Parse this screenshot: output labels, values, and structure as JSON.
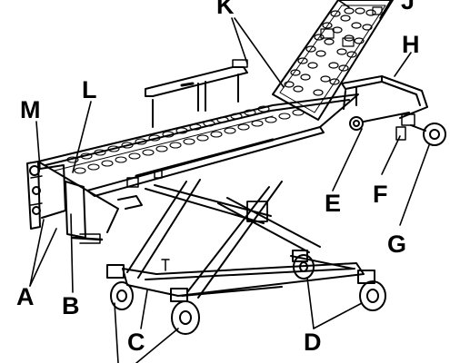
{
  "diagram": {
    "callouts": [
      {
        "id": "A",
        "label": "A"
      },
      {
        "id": "B",
        "label": "B"
      },
      {
        "id": "C",
        "label": "C"
      },
      {
        "id": "D",
        "label": "D"
      },
      {
        "id": "E",
        "label": "E"
      },
      {
        "id": "F",
        "label": "F"
      },
      {
        "id": "G",
        "label": "G"
      },
      {
        "id": "H",
        "label": "H"
      },
      {
        "id": "J",
        "label": "J"
      },
      {
        "id": "K",
        "label": "K"
      },
      {
        "id": "L",
        "label": "L"
      },
      {
        "id": "M",
        "label": "M"
      }
    ],
    "colors": {
      "ink": "#000000",
      "background": "#ffffff"
    }
  }
}
